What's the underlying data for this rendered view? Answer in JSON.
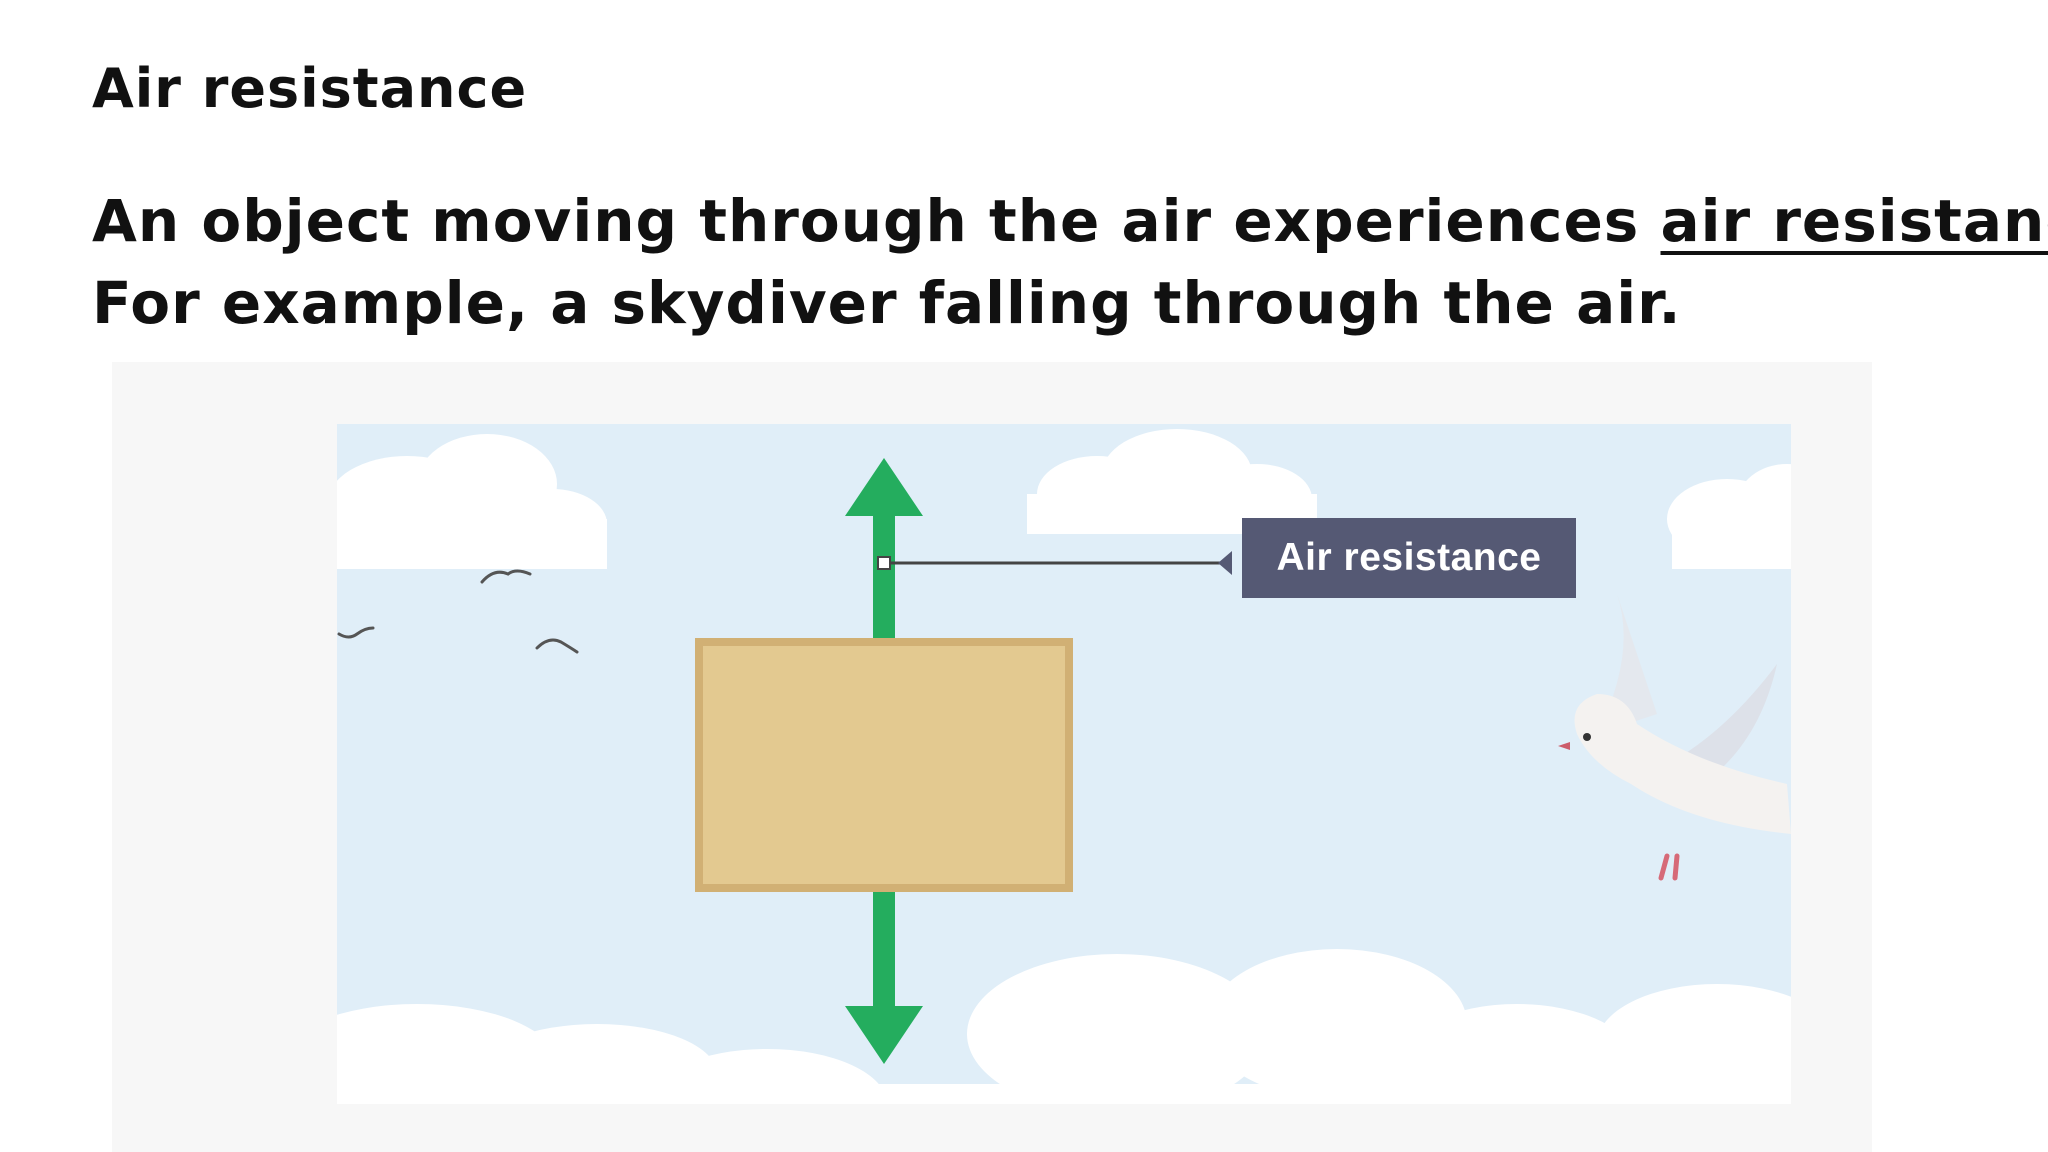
{
  "slide": {
    "title": "Air resistance",
    "body": {
      "line1_prefix": "An object moving through the air experiences ",
      "line1_term": "air resistance",
      "line1_suffix": ".",
      "line2": "For example, a skydiver falling through the air."
    }
  },
  "diagram": {
    "force_label": "Air resistance",
    "colors": {
      "sky": "#e0eef8",
      "cloud": "#ffffff",
      "arrow": "#24ad5e",
      "box": "#e3c990",
      "box_edge": "#d1b074",
      "label_bg": "#555974",
      "label_text": "#ffffff"
    },
    "icons": [
      "up-arrow-icon",
      "down-arrow-icon",
      "bird-icon",
      "dove-icon",
      "cloud-icon"
    ]
  }
}
